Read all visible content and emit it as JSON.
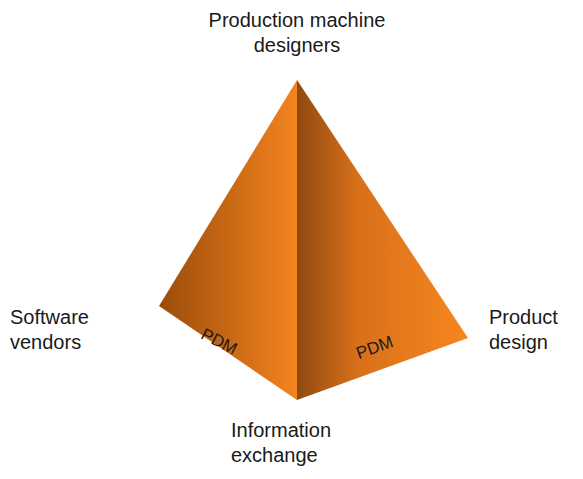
{
  "diagram": {
    "nodes": [
      {
        "text": [
          "PDM"
        ]
      },
      {
        "text": [
          "PDM"
        ]
      }
    ],
    "labels": [
      "Production machine designers",
      "Software vendors",
      "Product design",
      "Information exchange"
    ]
  }
}
